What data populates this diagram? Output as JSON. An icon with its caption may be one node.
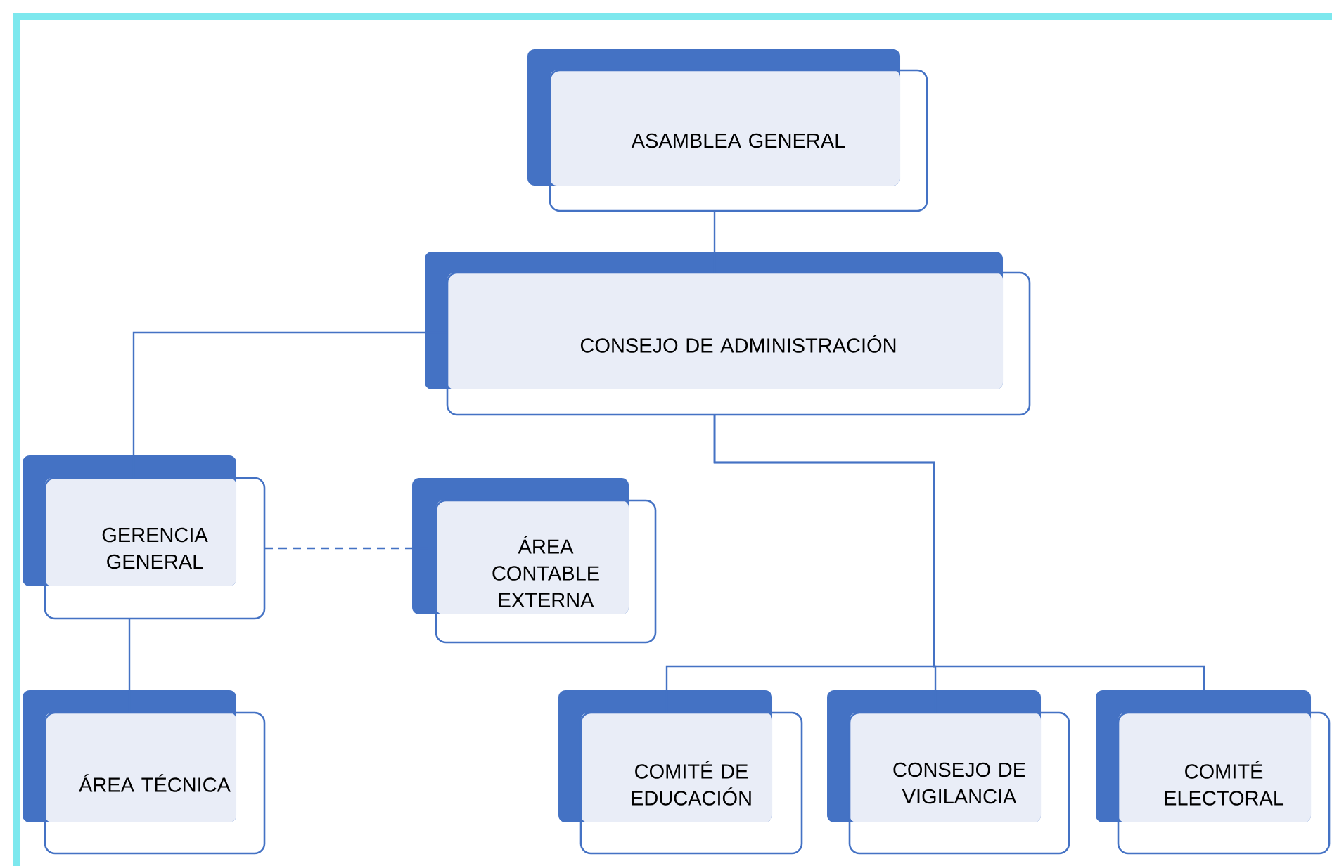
{
  "diagram": {
    "nodes": [
      {
        "text": [
          "ASAMBLEA GENERAL"
        ]
      },
      {
        "text": [
          "CONSEJO DE ADMINISTRACIÓN"
        ]
      },
      {
        "text": [
          "GERENCIA GENERAL"
        ]
      },
      {
        "text": [
          "ÁREA CONTABLE EXTERNA"
        ]
      },
      {
        "text": [
          "ÁREA TÉCNICA"
        ]
      },
      {
        "text": [
          "COMITÉ DE EDUCACIÓN"
        ]
      },
      {
        "text": [
          "CONSEJO DE VIGILANCIA"
        ]
      },
      {
        "text": [
          "COMITÉ ELECTORAL"
        ]
      }
    ],
    "edges": [
      {
        "from": 0,
        "to": 1,
        "arrow": "none"
      },
      {
        "from": 1,
        "to": 2,
        "arrow": "none"
      },
      {
        "from": 2,
        "to": 3,
        "arrow": "none",
        "style": "dashed"
      },
      {
        "from": 2,
        "to": 4,
        "arrow": "none"
      },
      {
        "from": 1,
        "to": 5,
        "arrow": "none"
      },
      {
        "from": 1,
        "to": 6,
        "arrow": "none"
      },
      {
        "from": 1,
        "to": 7,
        "arrow": "none"
      }
    ]
  }
}
